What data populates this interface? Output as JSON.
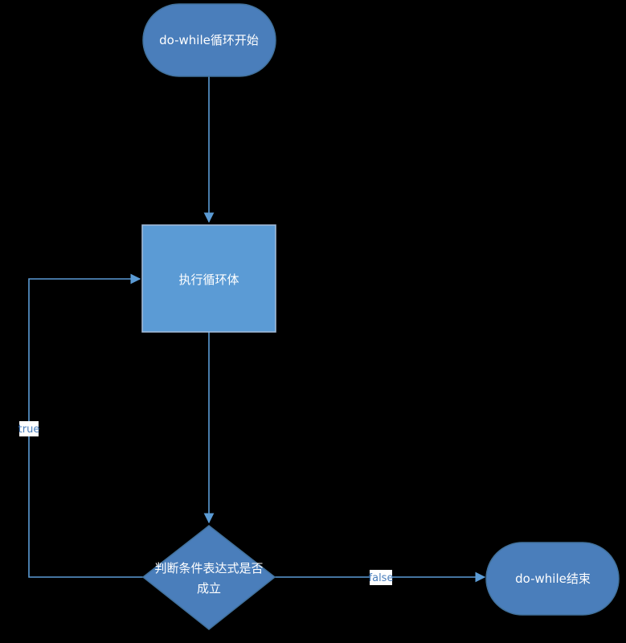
{
  "diagram": {
    "colors": {
      "background": "#000000",
      "node_fill": "#5b9bd5",
      "node_fill_dark": "#4a7ebb",
      "node_stroke": "#41719c",
      "edge": "#5b9bd5",
      "label_bg": "#ffffff",
      "label_text": "#4a7ebb",
      "node_text": "#ffffff"
    },
    "nodes": {
      "start": {
        "label": "do-while循环开始",
        "shape": "rounded-terminal"
      },
      "process": {
        "label": "执行循环体",
        "shape": "rectangle"
      },
      "decision": {
        "label_line1": "判断条件表达式是否",
        "label_line2": "成立",
        "shape": "diamond"
      },
      "end": {
        "label": "do-while结束",
        "shape": "rounded-terminal"
      }
    },
    "edges": {
      "start_to_process": {
        "label": ""
      },
      "process_to_decision": {
        "label": ""
      },
      "decision_to_process": {
        "label": "true"
      },
      "decision_to_end": {
        "label": "false"
      }
    }
  }
}
